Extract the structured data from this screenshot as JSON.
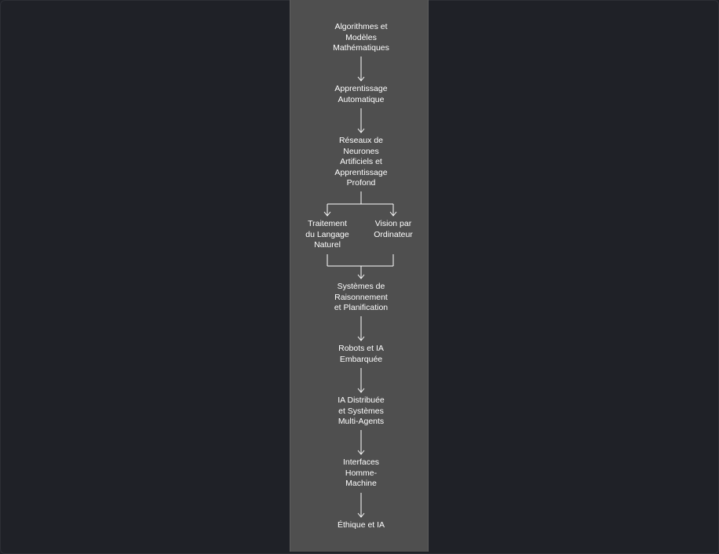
{
  "diagram": {
    "nodes": {
      "algorithmes": "Algorithmes et\nModèles\nMathématiques",
      "apprentissage": "Apprentissage\nAutomatique",
      "reseaux": "Réseaux de\nNeurones\nArtificiels et\nApprentissage\nProfond",
      "traitement": "Traitement\ndu Langage\nNaturel",
      "vision": "Vision par\nOrdinateur",
      "systemes": "Systèmes de\nRaisonnement\net Planification",
      "robots": "Robots et IA\nEmbarquée",
      "distribuee": "IA Distribuée\net Systèmes\nMulti-Agents",
      "interfaces": "Interfaces\nHomme-\nMachine",
      "ethique": "Éthique et IA"
    },
    "edges": [
      [
        "algorithmes",
        "apprentissage"
      ],
      [
        "apprentissage",
        "reseaux"
      ],
      [
        "reseaux",
        "traitement"
      ],
      [
        "reseaux",
        "vision"
      ],
      [
        "traitement",
        "systemes"
      ],
      [
        "vision",
        "systemes"
      ],
      [
        "systemes",
        "robots"
      ],
      [
        "robots",
        "distribuee"
      ],
      [
        "distribuee",
        "interfaces"
      ],
      [
        "interfaces",
        "ethique"
      ]
    ]
  }
}
